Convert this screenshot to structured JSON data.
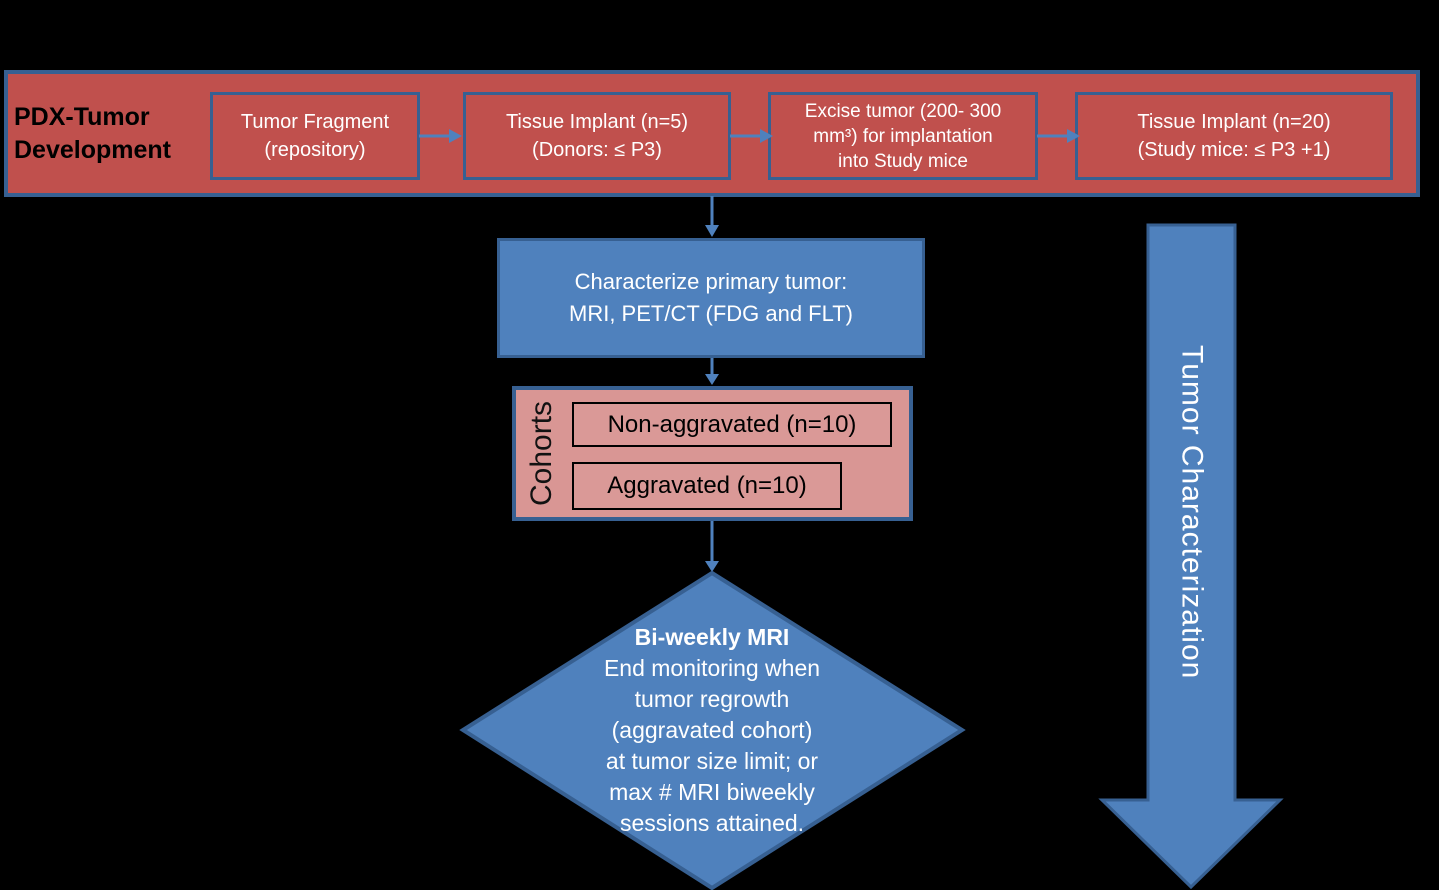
{
  "colors": {
    "background": "#000000",
    "band_fill": "#C0504D",
    "pink_fill": "#D99694",
    "blue_fill": "#4F81BD",
    "border_blue": "#376092",
    "connector_blue": "#4F81BD",
    "band_title_text": "#000000",
    "box_text": "#FFFFFF",
    "cohort_text": "#000000"
  },
  "band": {
    "title": "PDX-Tumor Development",
    "steps": [
      {
        "lines": [
          "Tumor Fragment",
          "(repository)"
        ]
      },
      {
        "lines": [
          "Tissue Implant (n=5)",
          "(Donors: ≤ P3)"
        ]
      },
      {
        "lines": [
          "Excise tumor (200- 300",
          "mm³) for implantation",
          "into Study mice"
        ]
      },
      {
        "lines": [
          "Tissue Implant (n=20)",
          "(Study mice: ≤ P3 +1)"
        ]
      }
    ]
  },
  "characterize": {
    "lines": [
      "Characterize primary tumor:",
      "MRI, PET/CT (FDG and FLT)"
    ]
  },
  "cohorts": {
    "label": "Cohorts",
    "items": [
      "Non-aggravated (n=10)",
      "Aggravated (n=10)"
    ]
  },
  "decision": {
    "title": "Bi-weekly MRI",
    "lines": [
      "End monitoring when",
      "tumor regrowth",
      "(aggravated cohort)",
      "at tumor size limit; or",
      "max # MRI biweekly",
      "sessions attained."
    ]
  },
  "side_arrow": {
    "label": "Tumor Characterization"
  }
}
